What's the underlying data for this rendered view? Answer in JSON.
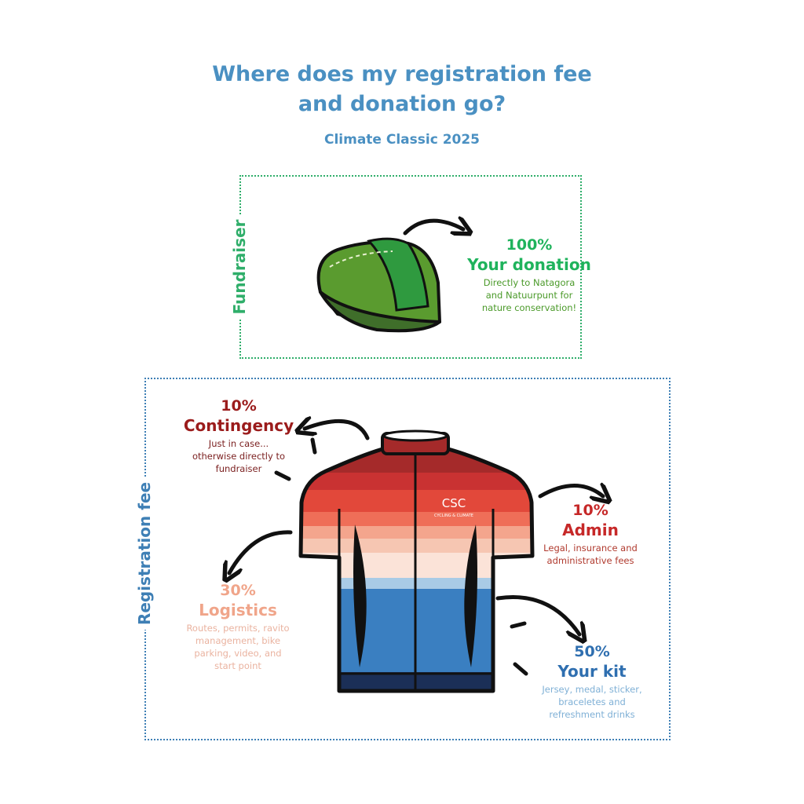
{
  "header": {
    "title_line1": "Where does my registration fee",
    "title_line2": "and donation go?",
    "subtitle": "Climate Classic 2025"
  },
  "groups": {
    "fundraiser_label": "Fundraiser",
    "registration_label": "Registration fee"
  },
  "donation": {
    "percent": "100%",
    "name": "Your donation",
    "desc_line1": "Directly to Natagora",
    "desc_line2": "and Natuurpunt for",
    "desc_line3": "nature conservation!"
  },
  "contingency": {
    "percent": "10%",
    "name": "Contingency",
    "desc_line1": "Just in case...",
    "desc_line2": "otherwise directly to",
    "desc_line3": "fundraiser"
  },
  "admin": {
    "percent": "10%",
    "name": "Admin",
    "desc_line1": "Legal, insurance and",
    "desc_line2": "administrative fees"
  },
  "logistics": {
    "percent": "30%",
    "name": "Logistics",
    "desc_line1": "Routes, permits, ravito",
    "desc_line2": "management, bike",
    "desc_line3": "parking, video, and",
    "desc_line4": "start point"
  },
  "kit": {
    "percent": "50%",
    "name": "Your kit",
    "desc_line1": "Jersey, medal, sticker,",
    "desc_line2": "braceletes and",
    "desc_line3": "refreshment drinks"
  },
  "jersey_logo": {
    "mark": "CSC",
    "tagline": "CYCLING & CLIMATE"
  },
  "colors": {
    "fundraiser": "#2fae6a",
    "registration": "#3e7fb5",
    "contingency": "#9b1c1c",
    "admin": "#c62828",
    "logistics": "#f0a58a",
    "kit": "#2f6fb0",
    "kit_desc": "#9cc3e0",
    "donation": "#1fb35c",
    "donation_desc": "#4b9a2a"
  }
}
